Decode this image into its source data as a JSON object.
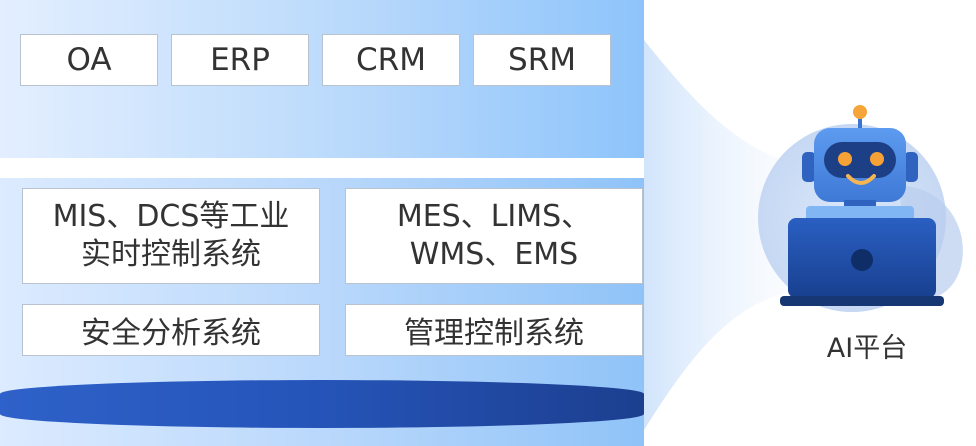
{
  "top_systems": [
    "OA",
    "ERP",
    "CRM",
    "SRM"
  ],
  "industrial": {
    "realtime": "MIS、DCS等工业\n实时控制系统",
    "management_group": "MES、LIMS、\nWMS、EMS",
    "safety": "安全分析系统",
    "management": "管理控制系统"
  },
  "ai_platform": {
    "label": "AI平台",
    "icon": "robot-laptop-icon"
  },
  "colors": {
    "panel_light": "#e3efff",
    "panel_accent": "#8ec4fb",
    "base_bar": "#2554b8",
    "robot_head": "#4d8fe8",
    "laptop": "#1f4ea8"
  }
}
